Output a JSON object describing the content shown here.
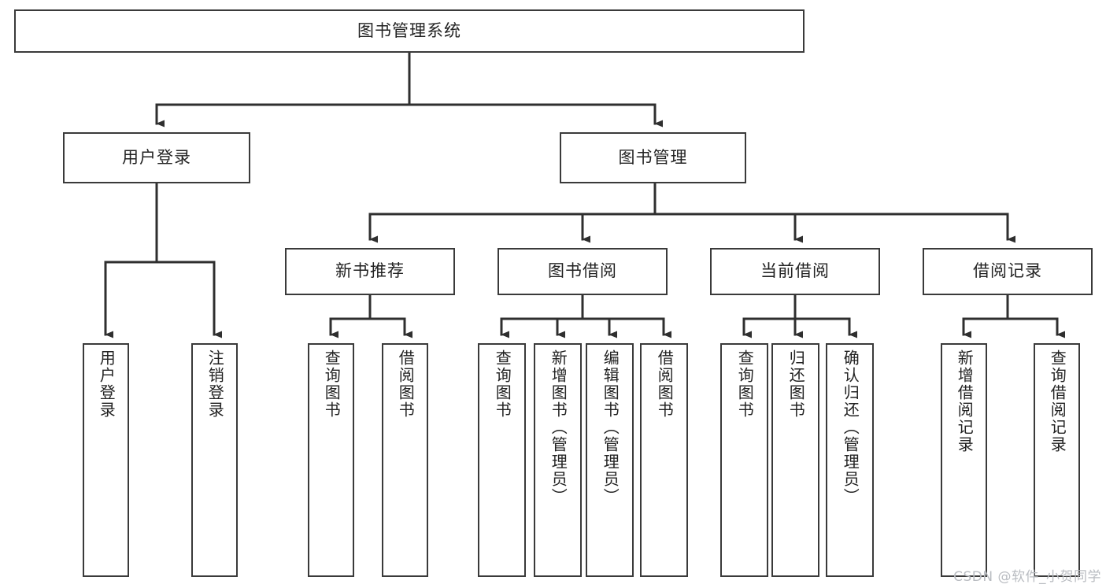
{
  "diagram": {
    "title": "图书管理系统",
    "type": "tree",
    "watermark": "CSDN @软件_小贺同学",
    "colors": {
      "box_border": "#3a3a3a",
      "box_fill": "#ffffff",
      "edge": "#2f2f2f",
      "text": "#222222",
      "watermark": "#b9bcc1"
    },
    "root": {
      "label": "图书管理系统"
    },
    "level2": [
      {
        "label": "用户登录"
      },
      {
        "label": "图书管理"
      }
    ],
    "level3": [
      {
        "label": "新书推荐"
      },
      {
        "label": "图书借阅"
      },
      {
        "label": "当前借阅"
      },
      {
        "label": "借阅记录"
      }
    ],
    "leaves": {
      "user_login": [
        {
          "label": "用户登录"
        },
        {
          "label": "注销登录"
        }
      ],
      "new_book_recommend": [
        {
          "label": "查询图书"
        },
        {
          "label": "借阅图书"
        }
      ],
      "book_borrow": [
        {
          "label": "查询图书"
        },
        {
          "label": "新增图书（管理员）"
        },
        {
          "label": "编辑图书（管理员）"
        },
        {
          "label": "借阅图书"
        }
      ],
      "current_borrow": [
        {
          "label": "查询图书"
        },
        {
          "label": "归还图书"
        },
        {
          "label": "确认归还（管理员）"
        }
      ],
      "borrow_record": [
        {
          "label": "新增借阅记录"
        },
        {
          "label": "查询借阅记录"
        }
      ]
    }
  }
}
